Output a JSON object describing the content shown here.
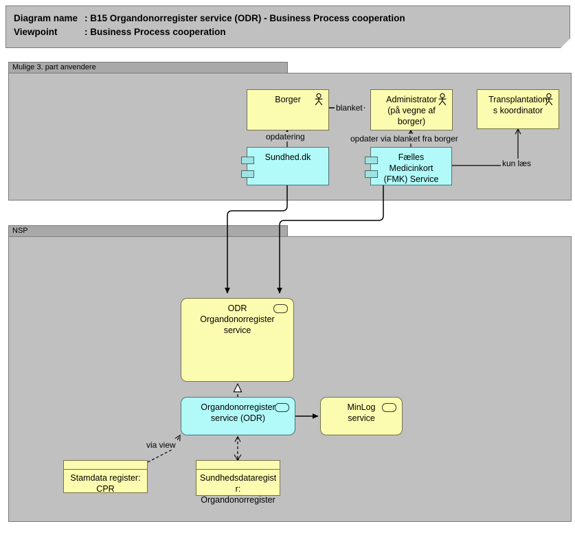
{
  "header": {
    "line1_key": "Diagram name",
    "line1_sep": ": ",
    "line1_value": "B15 Organdonorregister service (ODR) - Business Process cooperation",
    "line2_key": "Viewpoint",
    "line2_sep": ": ",
    "line2_value": "Business Process cooperation"
  },
  "groups": [
    {
      "id": "mulige",
      "label": "Mulige 3. part anvendere"
    },
    {
      "id": "nsp",
      "label": "NSP"
    }
  ],
  "nodes": {
    "borger": {
      "label": "Borger",
      "type": "business-actor",
      "color": "#fcfcb0",
      "icon": "actor-icon"
    },
    "administrator": {
      "label": "Administrator\n(på vegne af\nborger)",
      "type": "business-actor",
      "color": "#fcfcb0",
      "icon": "actor-icon"
    },
    "transplantation": {
      "label": "Transplantation\ns koordinator",
      "type": "business-actor",
      "color": "#fcfcb0",
      "icon": "actor-icon"
    },
    "sundheddk": {
      "label": "Sundhed.dk",
      "type": "application-component",
      "color": "#b2fafa",
      "icon": "component-icon"
    },
    "fmk": {
      "label": "Fælles\nMedicinkort\n(FMK) Service",
      "type": "application-component",
      "color": "#b2fafa",
      "icon": "component-icon"
    },
    "odr_service": {
      "label": "ODR\nOrgandonorregister\nservice",
      "type": "business-service",
      "color": "#fcfcb0",
      "icon": "service-icon"
    },
    "odr_app_service": {
      "label": "Organdonorregister\nservice (ODR)",
      "type": "application-service",
      "color": "#b2fafa",
      "icon": "service-icon"
    },
    "minlog": {
      "label": "MinLog\nservice",
      "type": "application-service",
      "color": "#fcfcb0",
      "icon": "service-icon"
    },
    "cpr": {
      "label": "Stamdata register:\nCPR",
      "type": "data-object",
      "color": "#fcfcb0",
      "icon": "data-object-icon"
    },
    "sundhedsdata": {
      "label": "Sundhedsdataregiste\nr:\nOrgandonorregister",
      "type": "data-object",
      "color": "#fcfcb0",
      "icon": "data-object-icon"
    }
  },
  "edge_labels": {
    "blanket": "blanket",
    "opdatering": "opdatering",
    "opdater_via_blanket": "opdater via blanket fra borger",
    "kun_laes": "kun læs",
    "via_view": "via view"
  },
  "colors": {
    "canvas": "#ffffff",
    "group_body": "#c0c0c0",
    "group_tab": "#a9a9a9",
    "banner": "#c0c0c0",
    "yellow_node": "#fcfcb0",
    "cyan_node": "#b2fafa",
    "line": "#000000",
    "border": "#7a7a7a"
  }
}
